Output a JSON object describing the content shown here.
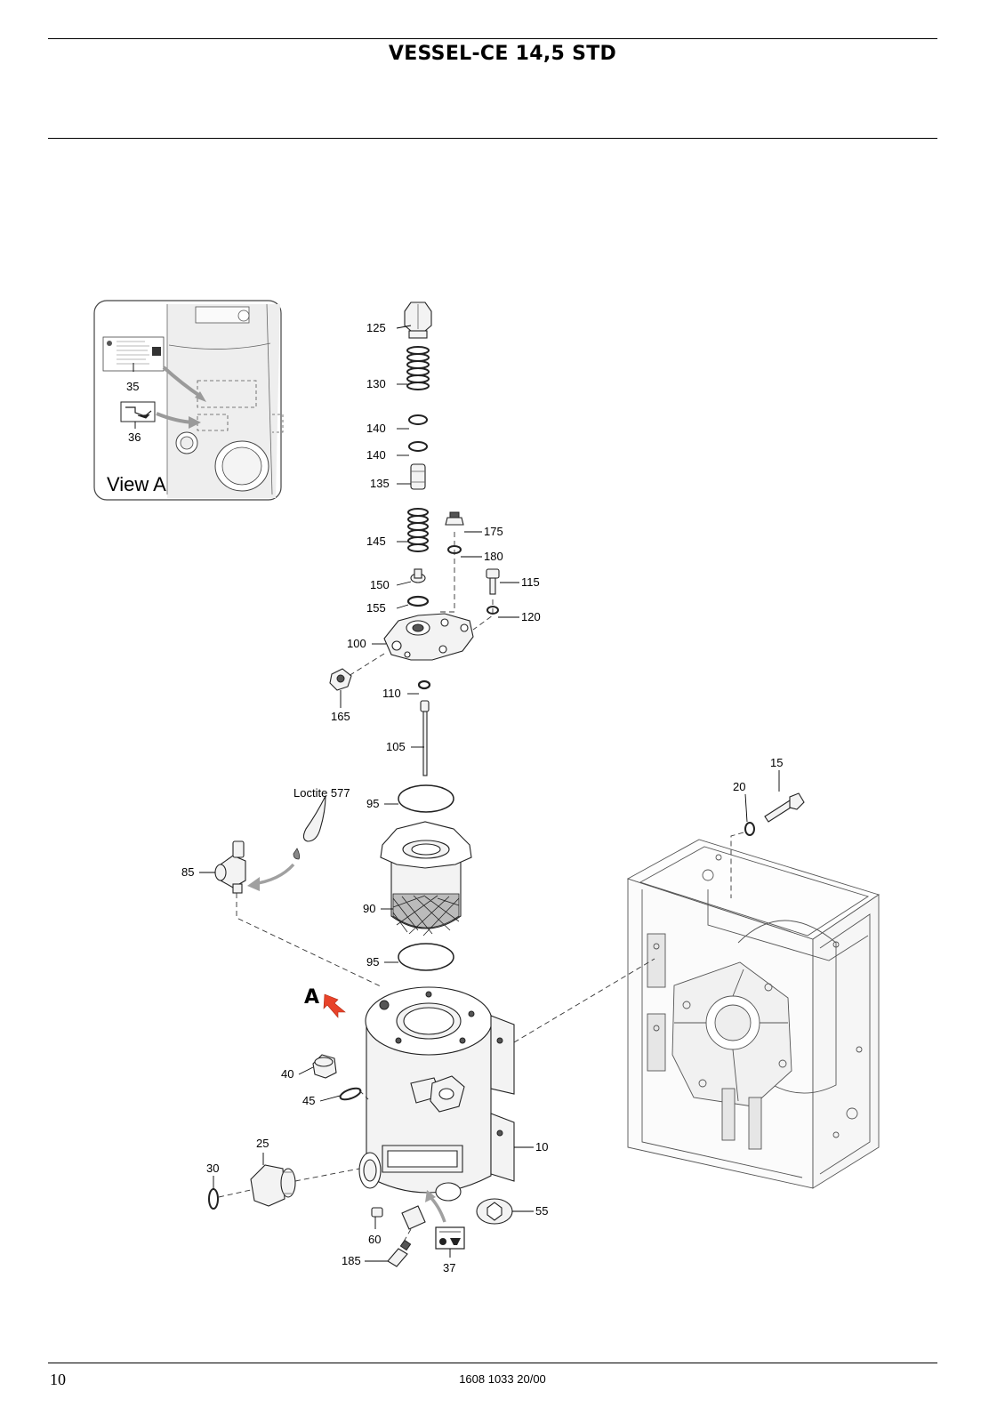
{
  "header": {
    "title": "VESSEL-CE 14,5 STD"
  },
  "footer": {
    "page_number": "10",
    "document_number": "1608 1033 20/00"
  },
  "inset": {
    "view_label": "View A"
  },
  "annotations": {
    "view_marker": "A",
    "sealant": "Loctite 577"
  },
  "callouts": {
    "p125": "125",
    "p130": "130",
    "p140a": "140",
    "p140b": "140",
    "p135": "135",
    "p145": "145",
    "p175": "175",
    "p180": "180",
    "p150": "150",
    "p115": "115",
    "p155": "155",
    "p120": "120",
    "p100": "100",
    "p110": "110",
    "p165": "165",
    "p105": "105",
    "p15": "15",
    "p20": "20",
    "p95a": "95",
    "p85": "85",
    "p90": "90",
    "p95b": "95",
    "p40": "40",
    "p45": "45",
    "p10": "10",
    "p25": "25",
    "p30": "30",
    "p55": "55",
    "p60": "60",
    "p37": "37",
    "p185": "185",
    "p35": "35",
    "p36": "36"
  }
}
